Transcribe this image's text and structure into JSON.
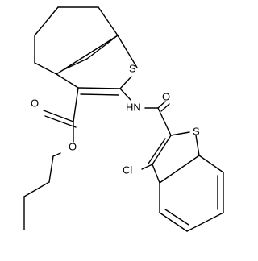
{
  "molecule": {
    "atom_labels": {
      "sulfur_thiophene": "S",
      "sulfur_benzothiophene": "S",
      "amide_nitrogen": "HN",
      "amide_oxygen": "O",
      "ester_carbonyl_oxygen": "O",
      "ester_ether_oxygen": "O",
      "chlorine": "Cl"
    }
  }
}
